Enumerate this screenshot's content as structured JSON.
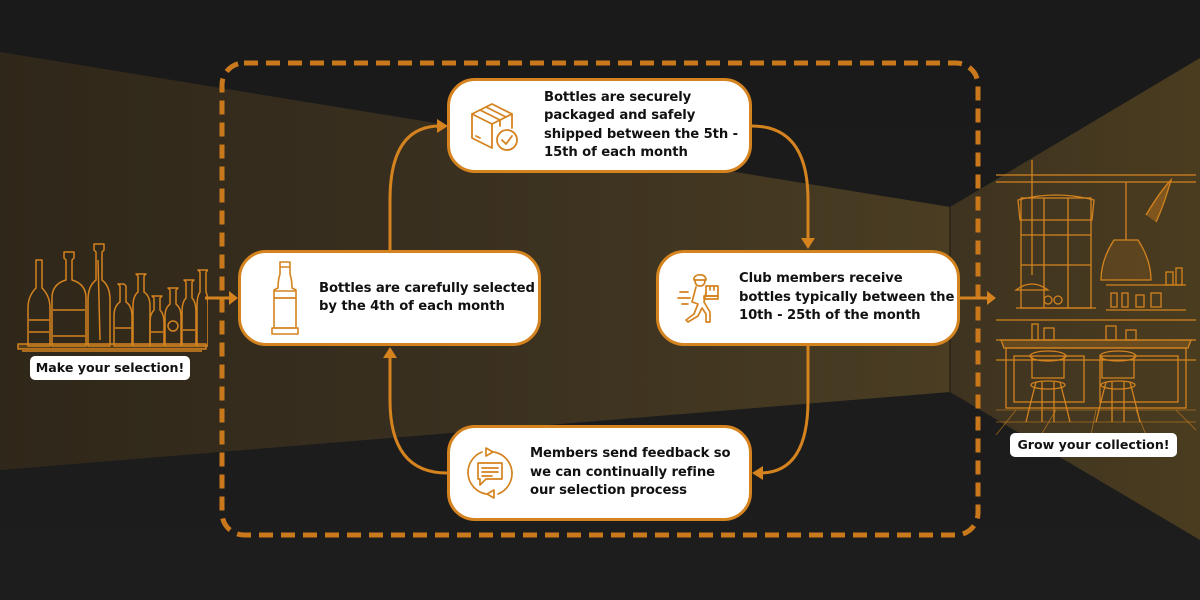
{
  "colors": {
    "accent": "#d4831f",
    "background": "#1c1c1c",
    "beam": "#3b3122",
    "card_fill": "#ffffff",
    "text": "#111111"
  },
  "left_panel": {
    "illustration": "bottles-on-shelf",
    "label": "Make your selection!"
  },
  "right_panel": {
    "illustration": "home-bar-scene",
    "label": "Grow your collection!"
  },
  "cycle": {
    "steps": [
      {
        "id": "select",
        "icon": "bottle-icon",
        "text": "Bottles are carefully selected by the 4th of each month"
      },
      {
        "id": "ship",
        "icon": "package-check-icon",
        "text": "Bottles are securely packaged and safely shipped between the 5th - 15th of each month"
      },
      {
        "id": "receive",
        "icon": "delivery-person-icon",
        "text": "Club members receive bottles typically between the 10th - 25th of the month"
      },
      {
        "id": "feedback",
        "icon": "feedback-chat-icon",
        "text": "Members send feedback so we can continually refine our selection process"
      }
    ],
    "flow": [
      "select",
      "ship",
      "receive",
      "feedback",
      "select"
    ]
  }
}
